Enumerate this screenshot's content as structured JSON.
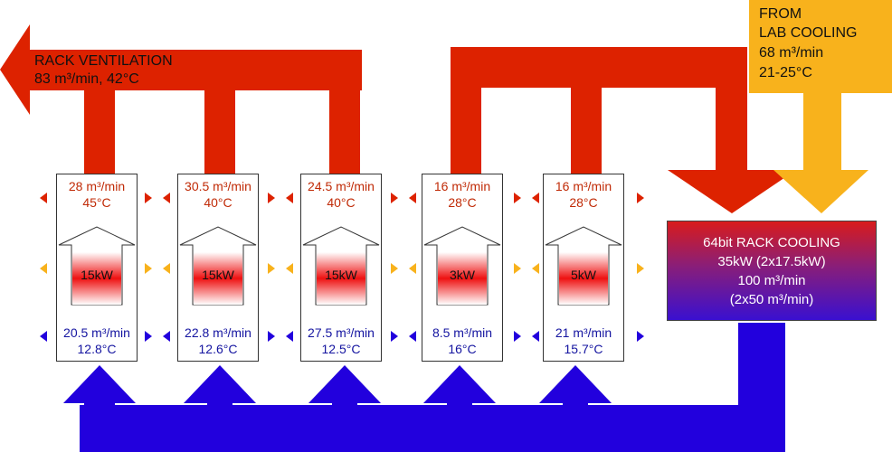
{
  "title": {
    "ventilation_line1": "RACK VENTILATION",
    "ventilation_line2": "83 m³/min, 42°C",
    "lab_line1": "FROM",
    "lab_line2": "LAB COOLING",
    "lab_line3": "68 m³/min",
    "lab_line4": "21-25°C"
  },
  "racks": [
    {
      "top_flow": "28 m³/min",
      "top_temp": "45°C",
      "power": "15kW",
      "bottom_flow": "20.5 m³/min",
      "bottom_temp": "12.8°C"
    },
    {
      "top_flow": "30.5 m³/min",
      "top_temp": "40°C",
      "power": "15kW",
      "bottom_flow": "22.8 m³/min",
      "bottom_temp": "12.6°C"
    },
    {
      "top_flow": "24.5 m³/min",
      "top_temp": "40°C",
      "power": "15kW",
      "bottom_flow": "27.5 m³/min",
      "bottom_temp": "12.5°C"
    },
    {
      "top_flow": "16 m³/min",
      "top_temp": "28°C",
      "power": "3kW",
      "bottom_flow": "8.5 m³/min",
      "bottom_temp": "16°C"
    },
    {
      "top_flow": "16 m³/min",
      "top_temp": "28°C",
      "power": "5kW",
      "bottom_flow": "21 m³/min",
      "bottom_temp": "15.7°C"
    }
  ],
  "cooling_unit": {
    "line1": "64bit RACK COOLING",
    "line2": "35kW (2x17.5kW)",
    "line3": "100 m³/min",
    "line4": "(2x50 m³/min)"
  },
  "colors": {
    "hot": "#dd2200",
    "cold": "#2200dd",
    "lab": "#f8b21c",
    "hot_text": "#c02a06",
    "cold_text": "#1414a0"
  }
}
